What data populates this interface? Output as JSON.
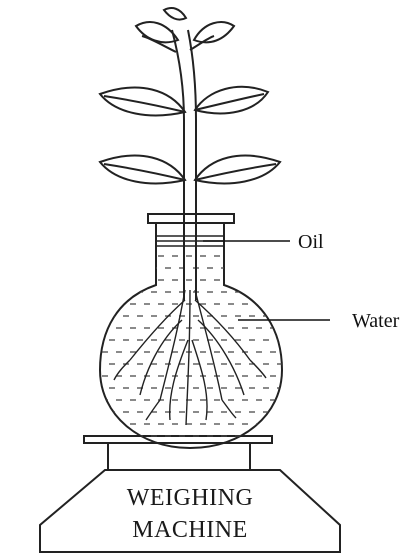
{
  "labels": {
    "oil": "Oil",
    "water": "Water"
  },
  "machine": {
    "line1": "WEIGHING",
    "line2": "MACHINE"
  }
}
